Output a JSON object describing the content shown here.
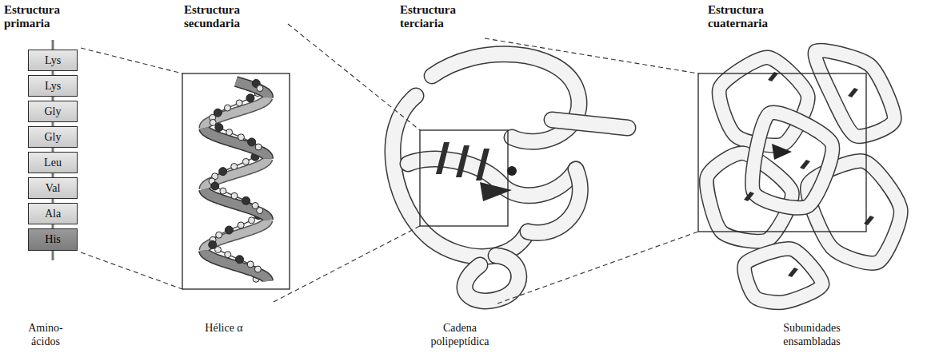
{
  "diagram": {
    "nodes": [
      {
        "text": [
          "Lys"
        ]
      },
      {
        "text": [
          "Lys"
        ]
      },
      {
        "text": [
          "Gly"
        ]
      },
      {
        "text": [
          "Gly"
        ]
      },
      {
        "text": [
          "Leu"
        ]
      },
      {
        "text": [
          "Val"
        ]
      },
      {
        "text": [
          "Ala"
        ]
      },
      {
        "text": [
          "His"
        ]
      }
    ],
    "edges": [
      {
        "from": 0,
        "to": 1,
        "arrow": "none"
      },
      {
        "from": 1,
        "to": 2,
        "arrow": "none"
      },
      {
        "from": 2,
        "to": 3,
        "arrow": "none"
      },
      {
        "from": 3,
        "to": 4,
        "arrow": "none"
      },
      {
        "from": 4,
        "to": 5,
        "arrow": "none"
      },
      {
        "from": 5,
        "to": 6,
        "arrow": "none"
      },
      {
        "from": 6,
        "to": 7,
        "arrow": "none"
      }
    ],
    "labels": [
      "Estructura primaria",
      "Estructura secundaria",
      "Estructura terciaria",
      "Estructura cuaternaria",
      "Amino- ácidos",
      "Hélice α",
      "Cadena polipeptídica",
      "Subunidades ensambladas"
    ]
  }
}
